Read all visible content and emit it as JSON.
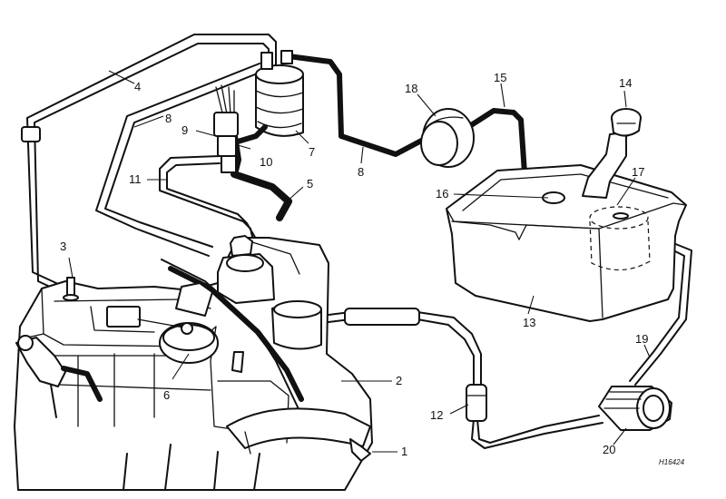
{
  "callouts": [
    "1",
    "2",
    "3",
    "4",
    "5",
    "6",
    "7",
    "8",
    "8",
    "9",
    "10",
    "11",
    "12",
    "13",
    "14",
    "15",
    "16",
    "17",
    "18",
    "19",
    "20"
  ],
  "reference": "H16424"
}
